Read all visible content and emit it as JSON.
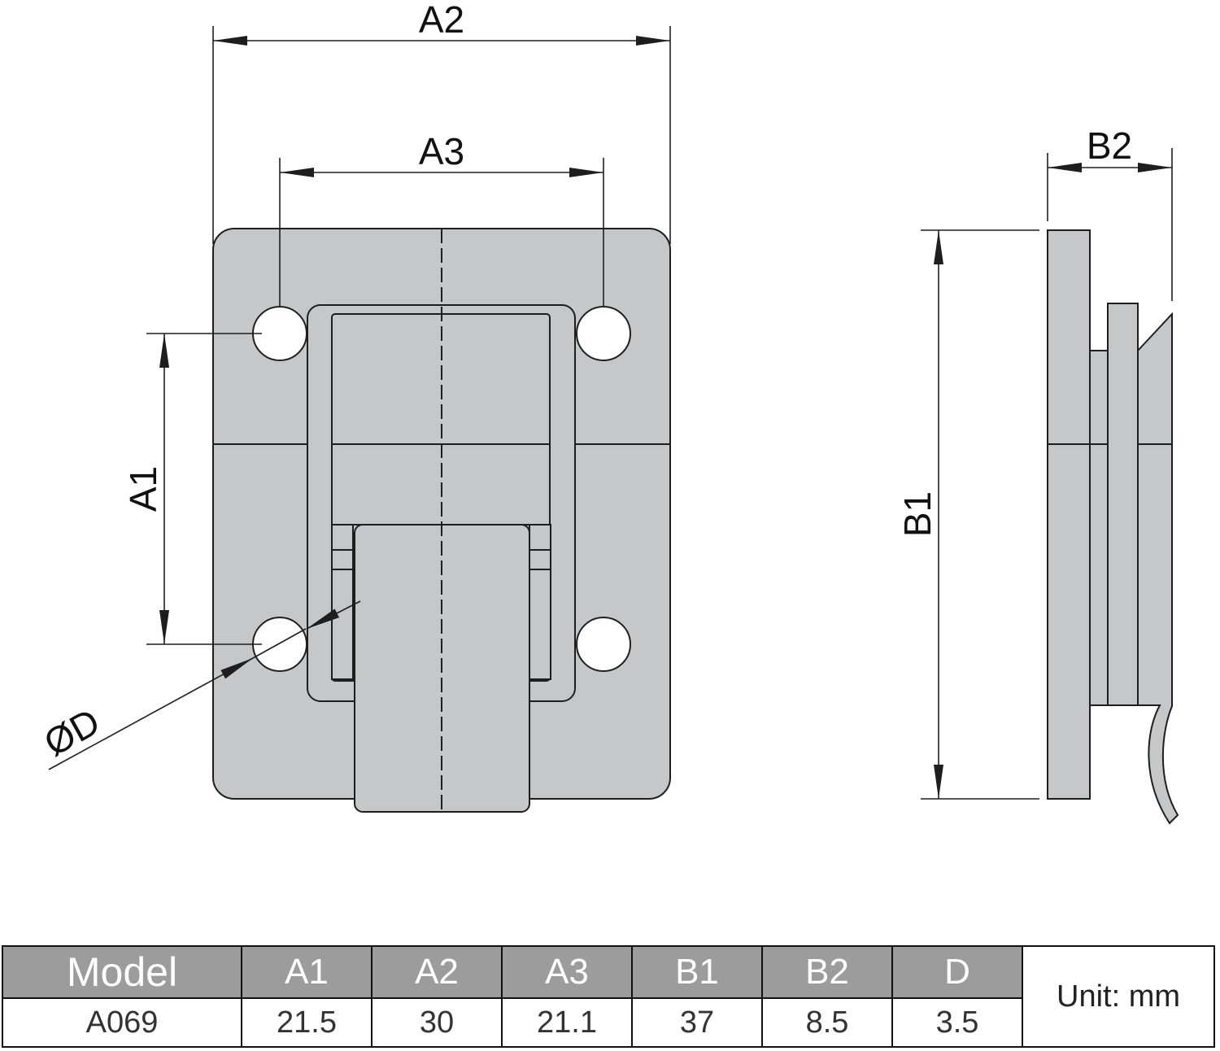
{
  "dimension_labels": {
    "a1": "A1",
    "a2": "A2",
    "a3": "A3",
    "b1": "B1",
    "b2": "B2",
    "d": "ØD"
  },
  "colors": {
    "body": "#c6c7c9",
    "line": "#1e1e1e",
    "table_header": "#9c9c9c"
  },
  "table": {
    "headers": [
      "Model",
      "A1",
      "A2",
      "A3",
      "B1",
      "B2",
      "D"
    ],
    "row": [
      "A069",
      "21.5",
      "30",
      "21.1",
      "37",
      "8.5",
      "3.5"
    ],
    "unit": "Unit:  mm"
  }
}
